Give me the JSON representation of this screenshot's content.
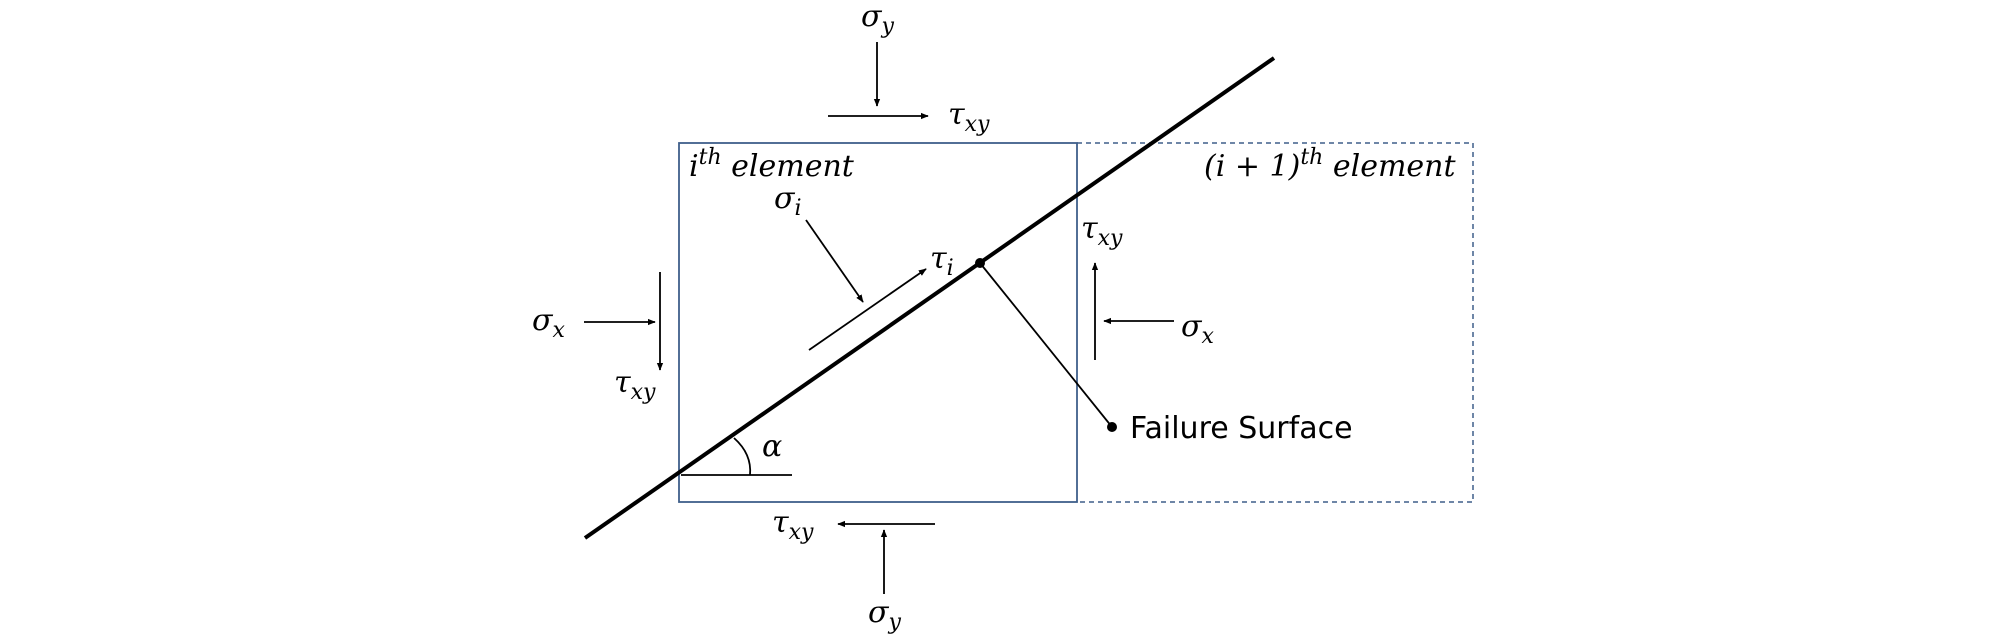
{
  "colors": {
    "element_border": "#3f5f8a",
    "ink": "#000000",
    "background": "#ffffff"
  },
  "labels": {
    "sigma_y_top": {
      "base": "σ",
      "sub": "y"
    },
    "tau_xy_top": {
      "base": "τ",
      "sub": "xy"
    },
    "element_i": {
      "base": "i",
      "sup": "th",
      "rest": " element"
    },
    "element_i1": {
      "base": "(i + 1)",
      "sup": "th",
      "rest": " element"
    },
    "sigma_i": {
      "base": "σ",
      "sub": "i"
    },
    "tau_i": {
      "base": "τ",
      "sub": "i"
    },
    "tau_xy_right": {
      "base": "τ",
      "sub": "xy"
    },
    "sigma_x_left": {
      "base": "σ",
      "sub": "x"
    },
    "sigma_x_right": {
      "base": "σ",
      "sub": "x"
    },
    "tau_xy_left": {
      "base": "τ",
      "sub": "xy"
    },
    "alpha": "α",
    "failure_surface": "Failure Surface",
    "tau_xy_bottom": {
      "base": "τ",
      "sub": "xy"
    },
    "sigma_y_bottom": {
      "base": "σ",
      "sub": "y"
    }
  }
}
